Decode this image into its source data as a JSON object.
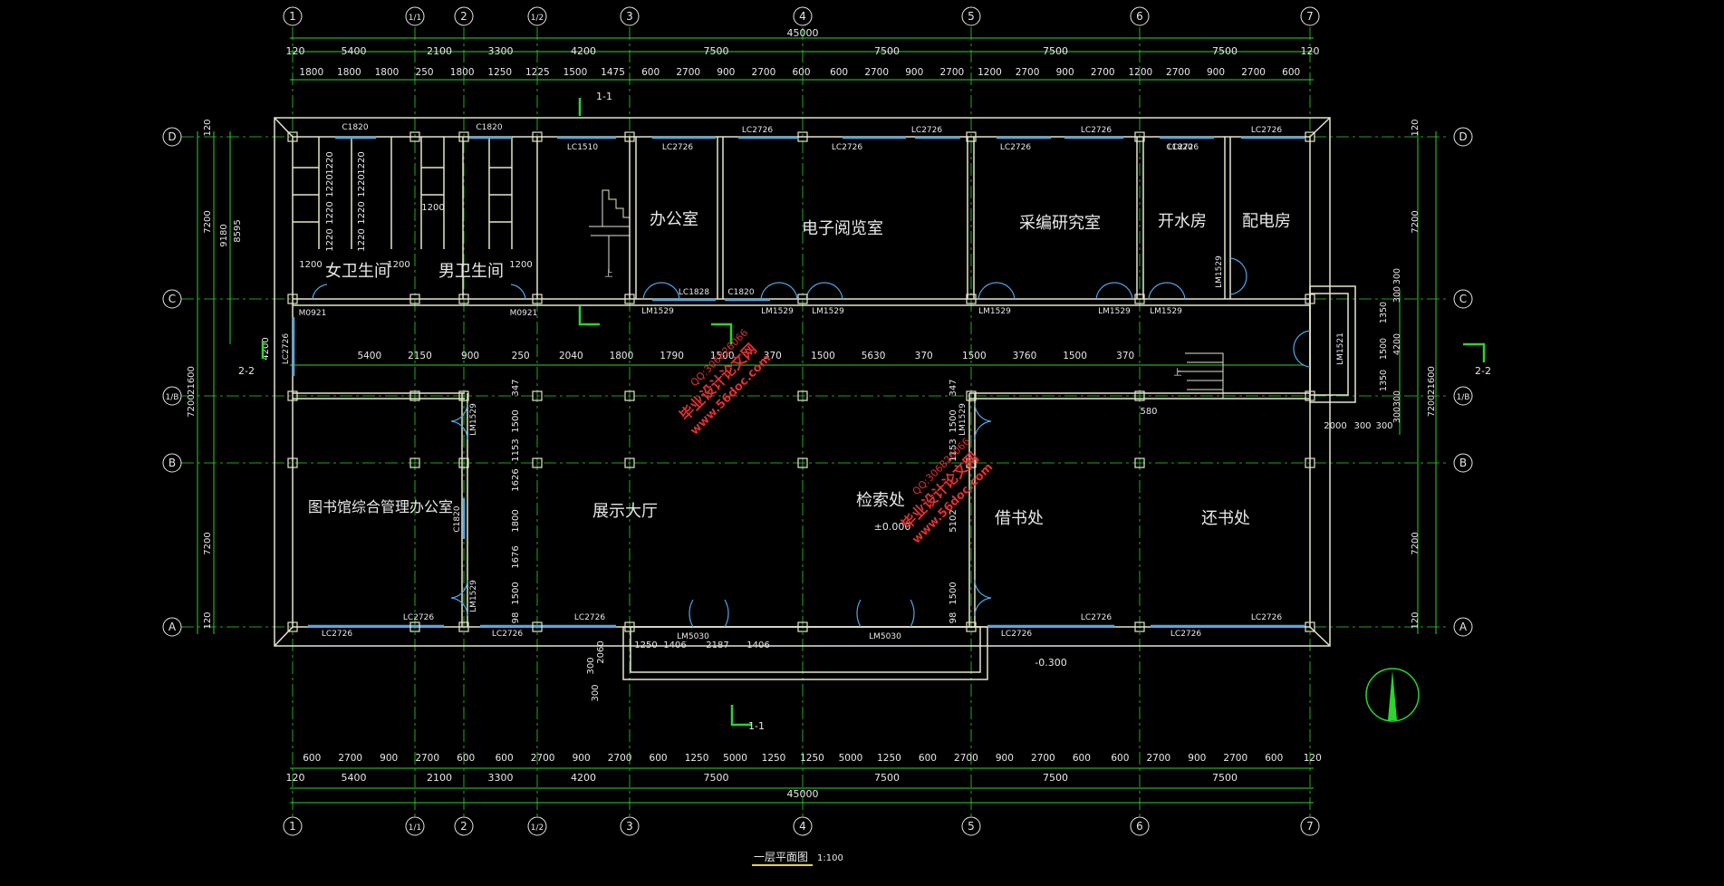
{
  "colors": {
    "background": "#000000",
    "dim_line": "#2bd52b",
    "wall": "#e6e6c8",
    "axis_bubble": "#e6e6e6",
    "window": "#4fa8e8",
    "text": "#e8e8e8",
    "watermark": "#e03030",
    "title_underline": "#e8d23a"
  },
  "grid_axes": {
    "vertical": [
      "1",
      "1/1",
      "2",
      "1/2",
      "3",
      "4",
      "5",
      "6",
      "7"
    ],
    "horizontal": [
      "D",
      "C",
      "1/B",
      "B",
      "A"
    ]
  },
  "dimensions": {
    "overall_width": "45000",
    "overall_depth": "21600",
    "top_major": [
      "120",
      "5400",
      "2100",
      "3300",
      "4200",
      "7500",
      "7500",
      "7500",
      "7500",
      "120"
    ],
    "top_minor": [
      "1800",
      "1800",
      "1800",
      "250",
      "1800",
      "1250",
      "1225",
      "1500",
      "1475",
      "600",
      "2700",
      "900",
      "2700",
      "600",
      "600",
      "2700",
      "900",
      "2700",
      "1200",
      "2700",
      "900",
      "2700",
      "1200",
      "2700",
      "900",
      "2700",
      "600"
    ],
    "bottom_minor": [
      "600",
      "2700",
      "900",
      "2700",
      "600",
      "600",
      "2700",
      "900",
      "2700",
      "600",
      "1250",
      "5000",
      "1250",
      "1250",
      "5000",
      "1250",
      "600",
      "2700",
      "900",
      "2700",
      "600",
      "600",
      "2700",
      "900",
      "2700",
      "600",
      "120"
    ],
    "bottom_major": [
      "120",
      "5400",
      "2100",
      "3300",
      "4200",
      "7500",
      "7500",
      "7500",
      "7500"
    ],
    "left_bays": [
      "120",
      "7200",
      "7200",
      "120"
    ],
    "left_extra": [
      "9180",
      "8595",
      "4200",
      "7200"
    ],
    "right_bays": [
      "120",
      "7200",
      "7200",
      "120"
    ],
    "right_extra": [
      "300",
      "300",
      "1350",
      "1500",
      "1350",
      "300",
      "300",
      "4200",
      "7200"
    ],
    "corridor": [
      "5400",
      "2150",
      "900",
      "250",
      "2040",
      "1800",
      "1790",
      "1500",
      "370",
      "1500",
      "5630",
      "370",
      "1500",
      "3760",
      "1500",
      "370"
    ],
    "toilet_stalls": [
      "1220",
      "1220",
      "1220",
      "1220",
      "1220",
      "1220",
      "1220",
      "1220",
      "1200",
      "1200",
      "1200",
      "1200"
    ],
    "column_segments": [
      "347",
      "1500",
      "1153",
      "1626",
      "1800",
      "1676",
      "1500",
      "98"
    ],
    "column_segments_2": [
      "347",
      "1500",
      "1153",
      "5102",
      "1500",
      "98"
    ],
    "entrance": [
      "1250",
      "1406",
      "2187",
      "1406",
      "2060",
      "300",
      "300"
    ],
    "stair_right": [
      "580",
      "2000",
      "300",
      "300"
    ],
    "elevation": "±0.000",
    "elevation_outside": "-0.300"
  },
  "rooms": [
    "办公室",
    "电子阅览室",
    "采编研究室",
    "开水房",
    "配电房",
    "女卫生间",
    "男卫生间",
    "图书馆综合管理办公室",
    "展示大厅",
    "检索处",
    "借书处",
    "还书处"
  ],
  "openings": {
    "windows": [
      "C1820",
      "C1820",
      "LC1510",
      "LC2726",
      "LC2726",
      "LC2726",
      "LC2726",
      "LC2726",
      "LC2726",
      "LC2726",
      "LC2726",
      "LC2726",
      "LC1828",
      "C1820",
      "C1820",
      "C1820"
    ],
    "windows_bottom": [
      "LC2726",
      "LC2726",
      "LC2726",
      "LC2726",
      "LC2726",
      "LC2726",
      "LC2726",
      "LC2726"
    ],
    "doors": [
      "M0921",
      "M0921",
      "LM1529",
      "LM1529",
      "LM1529",
      "LM1529",
      "LM1529",
      "LM1529",
      "LM1529",
      "LM1529",
      "LM1521",
      "LM1529",
      "LM1529",
      "LM5030",
      "LM5030"
    ]
  },
  "sections": [
    "1-1",
    "1-1",
    "2-2",
    "2-2"
  ],
  "stair_labels": [
    "上",
    "上"
  ],
  "watermark": {
    "text_cn": "毕业设计论文网",
    "url": "www.56doc.com",
    "qq": "QQ:306826066"
  },
  "title": {
    "name": "一层平面图",
    "scale": "1:100"
  }
}
